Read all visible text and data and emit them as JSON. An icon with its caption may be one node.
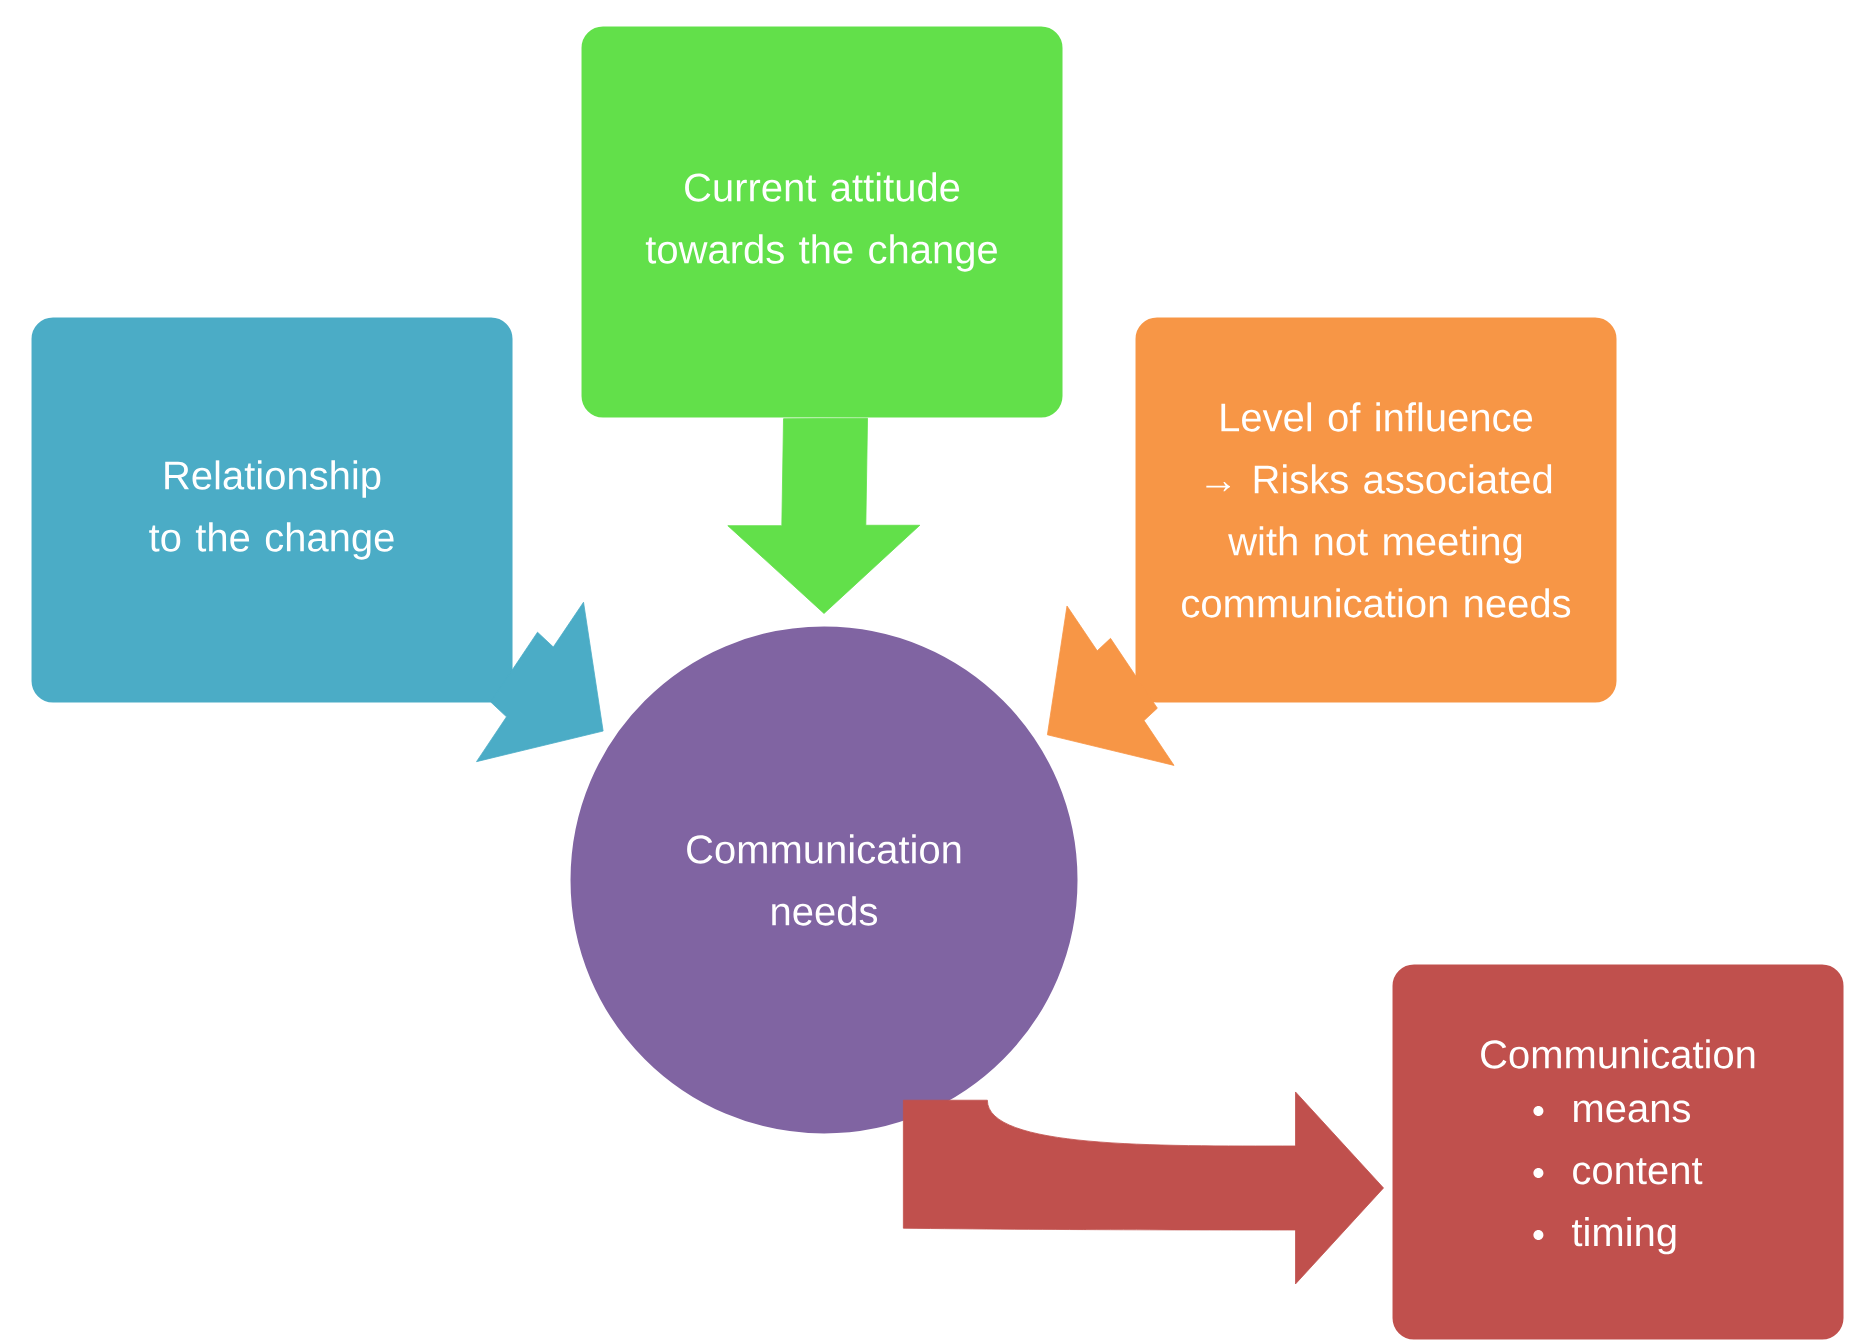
{
  "diagram": {
    "nodes": [
      {
        "text": [
          "Relationship to the change"
        ]
      },
      {
        "text": [
          "Current attitude towards the change"
        ]
      },
      {
        "text": [
          "Level of influence → Risks associated with not meeting communication needs"
        ]
      },
      {
        "text": [
          "Communication needs"
        ]
      },
      {
        "text": [
          "Communication",
          "means",
          "content",
          "timing"
        ]
      }
    ],
    "edges": [
      {
        "from": 0,
        "to": 3,
        "arrow": "to",
        "color": "#4bacc6"
      },
      {
        "from": 1,
        "to": 3,
        "arrow": "to",
        "color": "#62e04a"
      },
      {
        "from": 2,
        "to": 3,
        "arrow": "to",
        "color": "#f79646"
      },
      {
        "from": 3,
        "to": 4,
        "arrow": "to",
        "color": "#c0504d"
      }
    ]
  }
}
